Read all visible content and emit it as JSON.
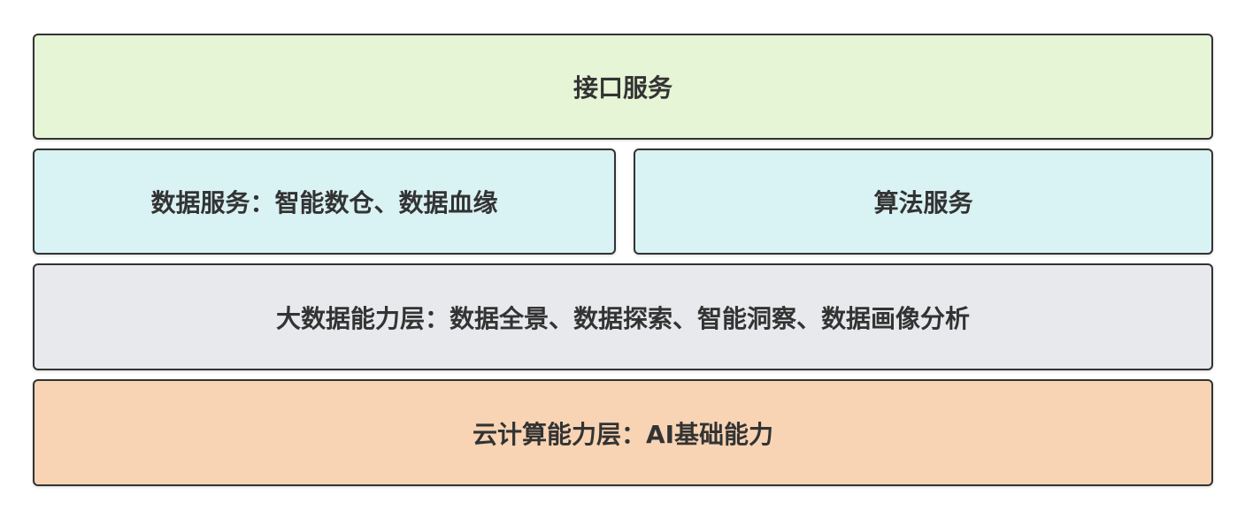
{
  "layers": {
    "interface": {
      "label": "接口服务",
      "color": "#e5f5d6"
    },
    "data_service": {
      "label": "数据服务：智能数仓、数据血缘",
      "color": "#d9f2f3"
    },
    "algo_service": {
      "label": "算法服务",
      "color": "#d9f2f3"
    },
    "bigdata": {
      "label": "大数据能力层：数据全景、数据探索、智能洞察、数据画像分析",
      "color": "#e7e9ec"
    },
    "cloud": {
      "label": "云计算能力层：AI基础能力",
      "color": "#f8d4b4"
    }
  }
}
